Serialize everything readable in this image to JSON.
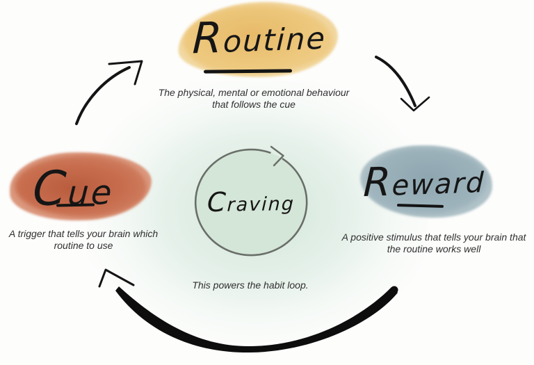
{
  "nodes": {
    "routine": {
      "label": "Routine",
      "description_line1": "The physical, mental or emotional behaviour",
      "description_line2": "that follows the cue",
      "blob_color": "#edc87d"
    },
    "cue": {
      "label": "Cue",
      "description_line1": "A trigger that tells your brain which",
      "description_line2": "routine to use",
      "blob_color": "#c86e4f"
    },
    "reward": {
      "label": "Reward",
      "description_line1": "A positive stimulus that tells your brain that",
      "description_line2": "the routine works well",
      "blob_color": "#9cb2bb"
    },
    "craving": {
      "label": "Craving",
      "circle_fill": "#d4e6d7",
      "circle_stroke": "#5d615c"
    }
  },
  "caption": "This powers the habit loop.",
  "arrows": {
    "cue_to_routine": "curved arrow pointing up-right from Cue to Routine",
    "routine_to_reward": "curved arrow pointing down from Routine to Reward",
    "reward_to_cue": "thick curved arrow sweeping along the bottom from Reward to Cue",
    "craving_loop": "clockwise circle arrow around Craving"
  },
  "colors": {
    "arrow": "#141414",
    "text": "#2f2f2f",
    "glow": "#d5e8dd"
  }
}
